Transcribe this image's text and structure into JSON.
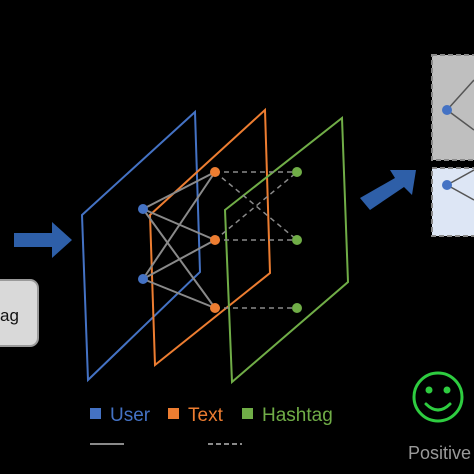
{
  "input_card": {
    "label_fragment": "ag"
  },
  "legend": [
    {
      "label": "User",
      "color": "#4472c4"
    },
    {
      "label": "Text",
      "color": "#ed7d31"
    },
    {
      "label": "Hashtag",
      "color": "#70ad47"
    }
  ],
  "output": {
    "label": "Positive"
  },
  "colors": {
    "background": "#000000",
    "arrow": "#2e5fa8",
    "user": "#4472c4",
    "text": "#ed7d31",
    "hashtag": "#70ad47",
    "edge": "#8a8a8a",
    "emoji": "#2ecc40"
  },
  "icons": [
    "right-arrow-icon",
    "smiley-face-icon"
  ]
}
